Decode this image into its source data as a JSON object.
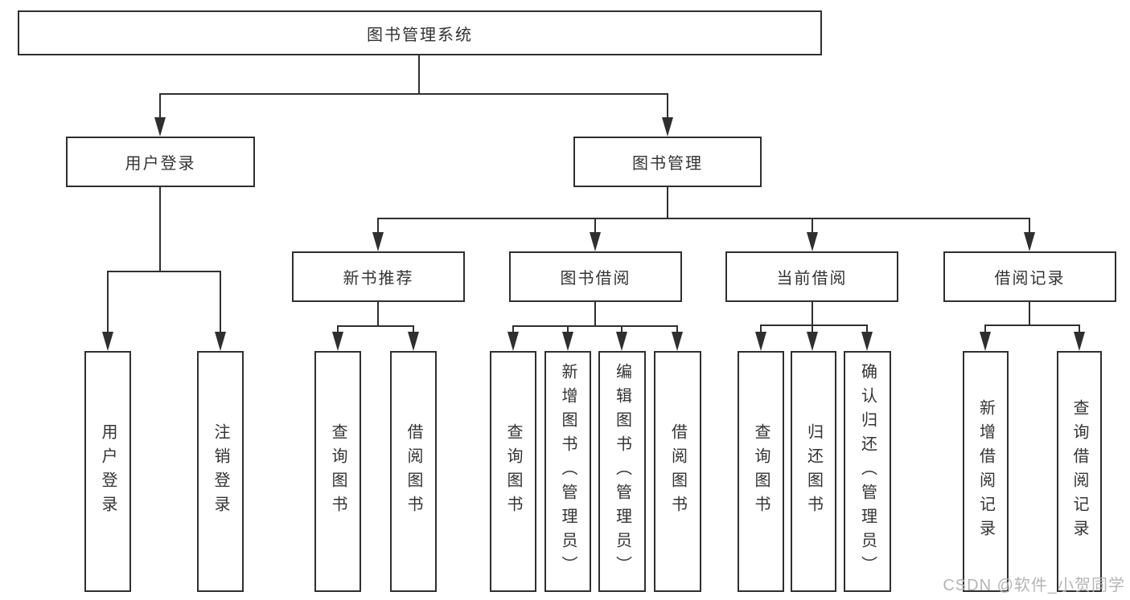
{
  "diagram": {
    "title": "图书管理系统",
    "root": {
      "label": "图书管理系统"
    },
    "level2": [
      {
        "id": "user-login",
        "label": "用户登录"
      },
      {
        "id": "book-management",
        "label": "图书管理"
      }
    ],
    "level3": [
      {
        "id": "new-book-recommend",
        "label": "新书推荐"
      },
      {
        "id": "book-borrow",
        "label": "图书借阅"
      },
      {
        "id": "current-borrow",
        "label": "当前借阅"
      },
      {
        "id": "borrow-records",
        "label": "借阅记录"
      }
    ],
    "leaves": {
      "user": [
        "用户登录",
        "注销登录"
      ],
      "newbook": [
        "查询图书",
        "借阅图书"
      ],
      "borrow": [
        "查询图书",
        "新增图书（管理员）",
        "编辑图书（管理员）",
        "借阅图书"
      ],
      "current": [
        "查询图书",
        "归还图书",
        "确认归还（管理员）"
      ],
      "records": [
        "新增借阅记录",
        "查询借阅记录"
      ]
    }
  },
  "watermark": "CSDN @软件_小贺同学",
  "colors": {
    "line": "#2f2f2f",
    "text": "#333333",
    "watermark": "#b5b5b5",
    "background": "#ffffff"
  }
}
